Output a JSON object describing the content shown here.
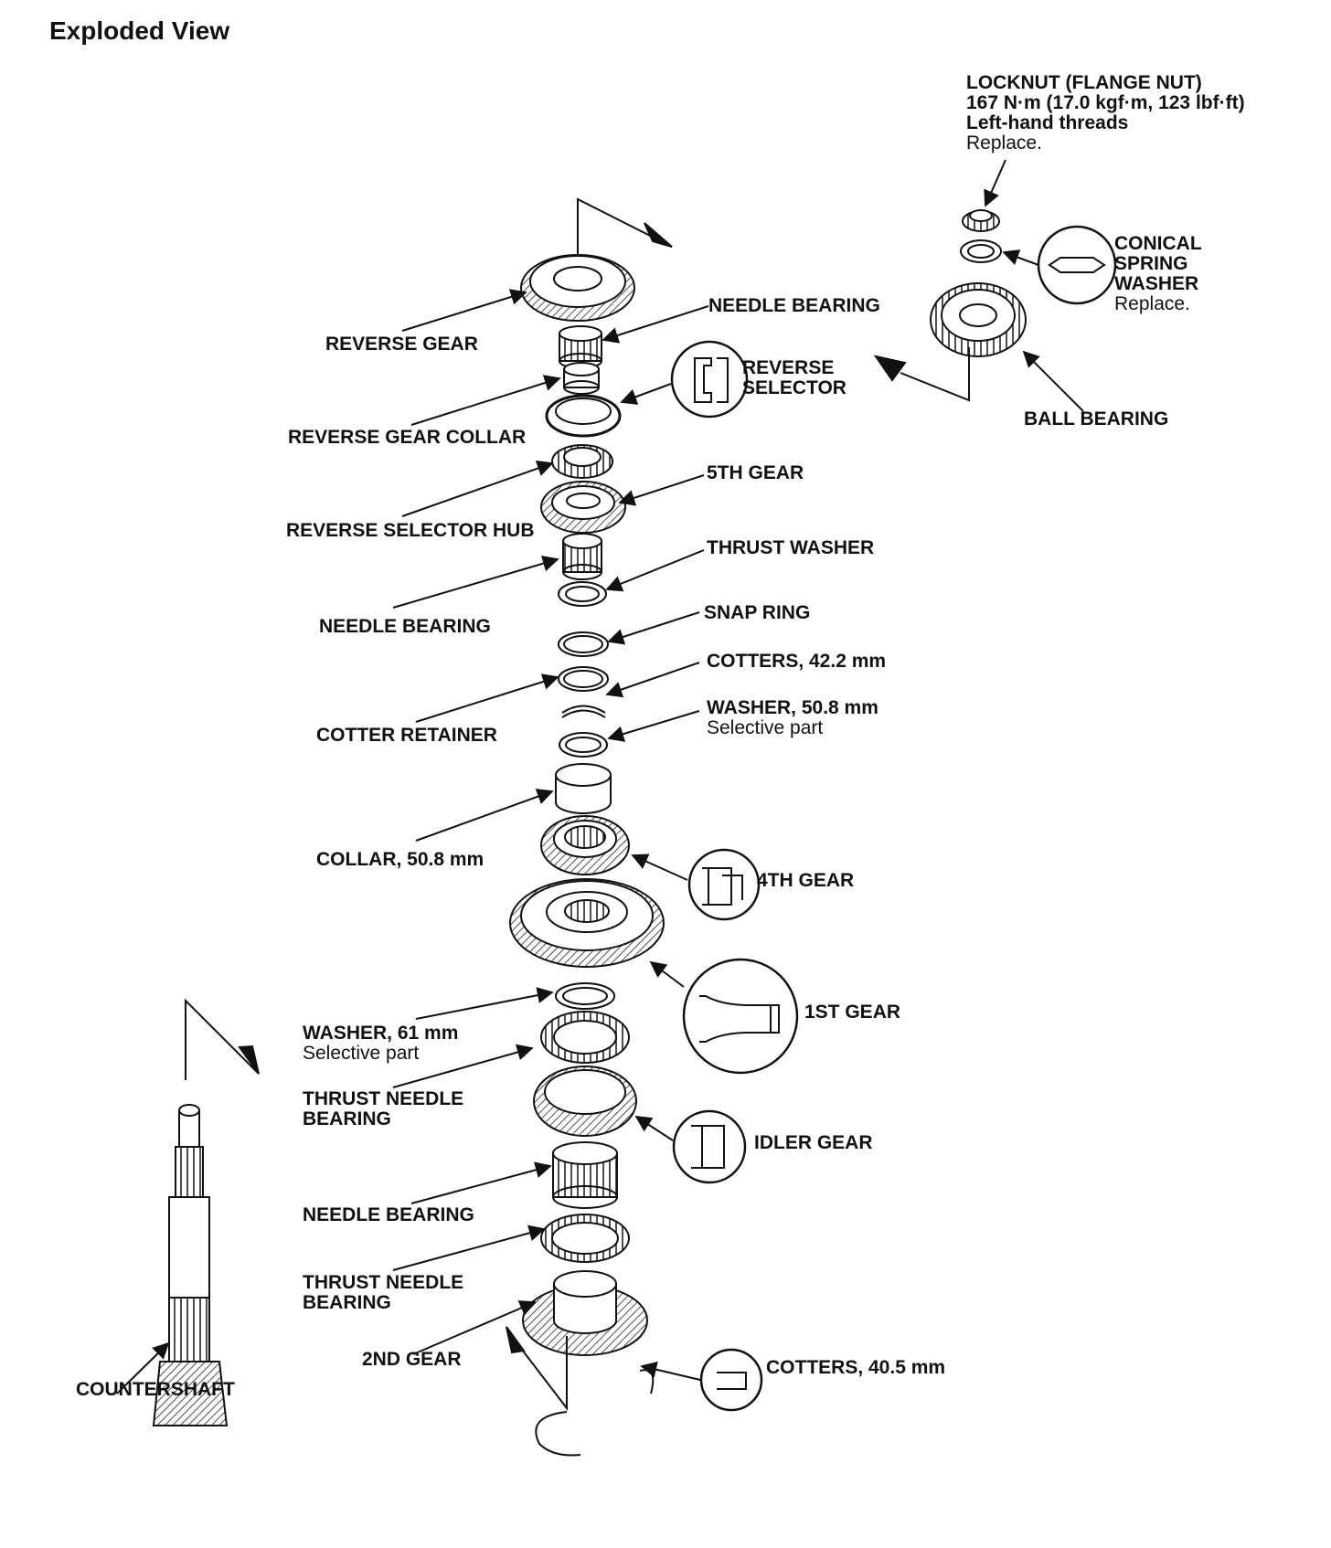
{
  "title": "Exploded View",
  "callouts": {
    "locknut": {
      "l1": "LOCKNUT (FLANGE NUT)",
      "l2": "167 N·m (17.0 kgf·m, 123 lbf·ft)",
      "l3": "Left-hand threads",
      "note": "Replace."
    },
    "conical_washer": {
      "l1": "CONICAL",
      "l2": "SPRING",
      "l3": "WASHER",
      "note": "Replace."
    },
    "ball_bearing": "BALL BEARING",
    "reverse_gear": "REVERSE GEAR",
    "needle_bearing_top": "NEEDLE BEARING",
    "reverse_selector": {
      "l1": "REVERSE",
      "l2": "SELECTOR"
    },
    "reverse_gear_collar": "REVERSE GEAR COLLAR",
    "fifth_gear": "5TH GEAR",
    "reverse_selector_hub": "REVERSE SELECTOR HUB",
    "thrust_washer": "THRUST WASHER",
    "needle_bearing_mid": "NEEDLE BEARING",
    "snap_ring": "SNAP RING",
    "cotters_42": "COTTERS, 42.2 mm",
    "cotter_retainer": "COTTER RETAINER",
    "washer_50": {
      "l1": "WASHER, 50.8 mm",
      "note": "Selective part"
    },
    "collar_50": "COLLAR, 50.8 mm",
    "fourth_gear": "4TH GEAR",
    "first_gear": "1ST GEAR",
    "washer_61": {
      "l1": "WASHER, 61 mm",
      "note": "Selective part"
    },
    "thrust_needle_1": {
      "l1": "THRUST NEEDLE",
      "l2": "BEARING"
    },
    "idler_gear": "IDLER GEAR",
    "needle_bearing_low": "NEEDLE BEARING",
    "thrust_needle_2": {
      "l1": "THRUST NEEDLE",
      "l2": "BEARING"
    },
    "second_gear": "2ND GEAR",
    "cotters_40": "COTTERS, 40.5 mm",
    "countershaft": "COUNTERSHAFT"
  }
}
